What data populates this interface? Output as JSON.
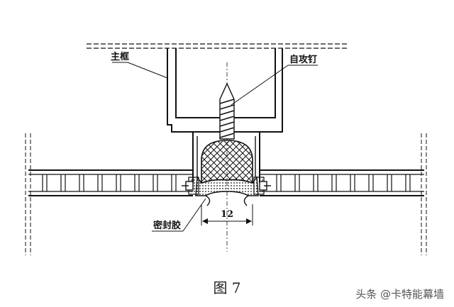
{
  "labels": {
    "main_frame": "主框",
    "self_tapping_screw": "自攻钉",
    "sealant": "密封胶",
    "dimension": "12"
  },
  "caption": "图 7",
  "watermark": "头条 @卡特能幕墙",
  "colors": {
    "line": "#111111",
    "background": "#ffffff"
  }
}
